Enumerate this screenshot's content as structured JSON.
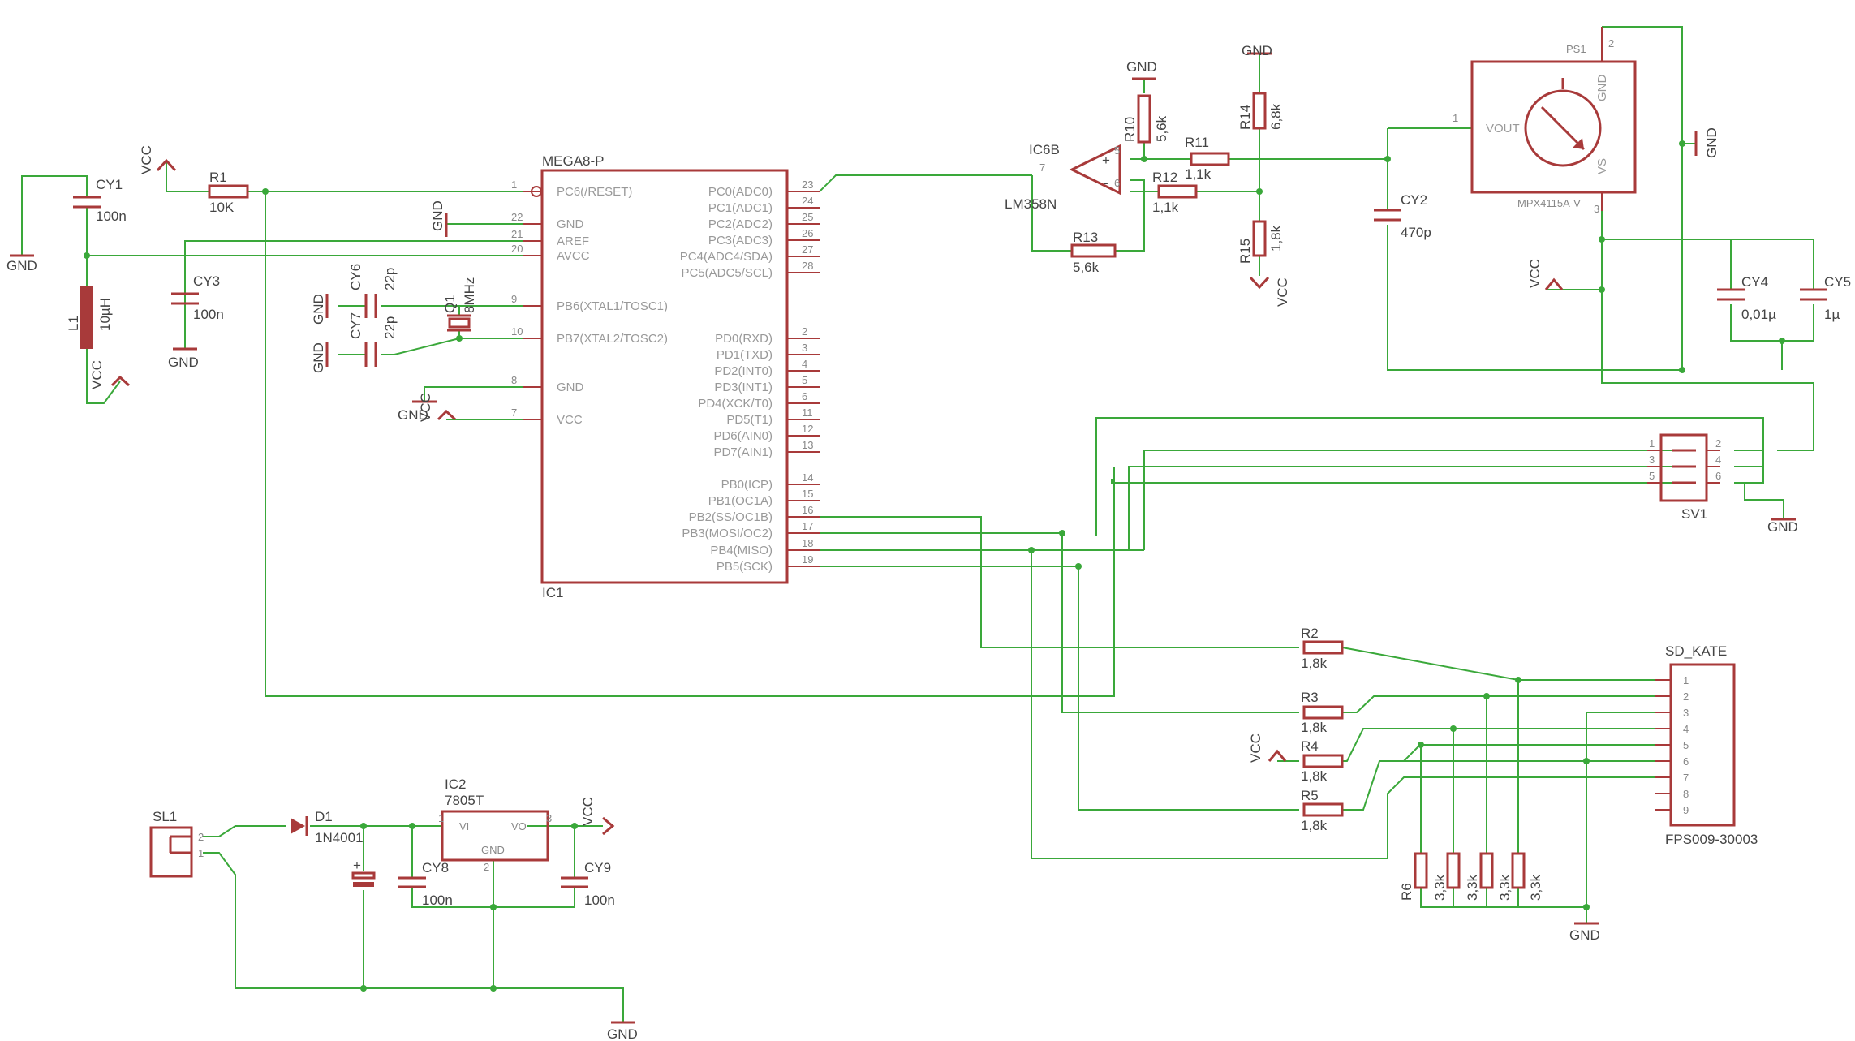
{
  "ic1": {
    "name": "MEGA8-P",
    "ref": "IC1",
    "left_pins": [
      {
        "num": "1",
        "sig": "PC6(/RESET)"
      },
      {
        "num": "22",
        "sig": "GND"
      },
      {
        "num": "21",
        "sig": "AREF"
      },
      {
        "num": "20",
        "sig": "AVCC"
      },
      {
        "num": "9",
        "sig": "PB6(XTAL1/TOSC1)"
      },
      {
        "num": "10",
        "sig": "PB7(XTAL2/TOSC2)"
      },
      {
        "num": "8",
        "sig": "GND"
      },
      {
        "num": "7",
        "sig": "VCC"
      }
    ],
    "right_pins": [
      {
        "num": "23",
        "sig": "PC0(ADC0)"
      },
      {
        "num": "24",
        "sig": "PC1(ADC1)"
      },
      {
        "num": "25",
        "sig": "PC2(ADC2)"
      },
      {
        "num": "26",
        "sig": "PC3(ADC3)"
      },
      {
        "num": "27",
        "sig": "PC4(ADC4/SDA)"
      },
      {
        "num": "28",
        "sig": "PC5(ADC5/SCL)"
      },
      {
        "num": "2",
        "sig": "PD0(RXD)"
      },
      {
        "num": "3",
        "sig": "PD1(TXD)"
      },
      {
        "num": "4",
        "sig": "PD2(INT0)"
      },
      {
        "num": "5",
        "sig": "PD3(INT1)"
      },
      {
        "num": "6",
        "sig": "PD4(XCK/T0)"
      },
      {
        "num": "11",
        "sig": "PD5(T1)"
      },
      {
        "num": "12",
        "sig": "PD6(AIN0)"
      },
      {
        "num": "13",
        "sig": "PD7(AIN1)"
      },
      {
        "num": "14",
        "sig": "PB0(ICP)"
      },
      {
        "num": "15",
        "sig": "PB1(OC1A)"
      },
      {
        "num": "16",
        "sig": "PB2(SS/OC1B)"
      },
      {
        "num": "17",
        "sig": "PB3(MOSI/OC2)"
      },
      {
        "num": "18",
        "sig": "PB4(MISO)"
      },
      {
        "num": "19",
        "sig": "PB5(SCK)"
      }
    ]
  },
  "parts": {
    "r1": {
      "ref": "R1",
      "val": "10K"
    },
    "cy1": {
      "ref": "CY1",
      "val": "100n"
    },
    "cy3": {
      "ref": "CY3",
      "val": "100n"
    },
    "l1": {
      "ref": "L1",
      "val": "10µH"
    },
    "cy6": {
      "ref": "CY6",
      "val": "22p"
    },
    "cy7": {
      "ref": "CY7",
      "val": "22p"
    },
    "q1": {
      "ref": "Q1",
      "val": "8MHz"
    },
    "ic6b": {
      "ref": "IC6B",
      "val": "LM358N",
      "pin7": "7",
      "pin5": "5",
      "pin6": "6",
      "plus": "+",
      "minus": "-"
    },
    "r10": {
      "ref": "R10",
      "val": "5,6k"
    },
    "r11": {
      "ref": "R11",
      "val": "1,1k"
    },
    "r12": {
      "ref": "R12",
      "val": "1,1k"
    },
    "r13": {
      "ref": "R13",
      "val": "5,6k"
    },
    "r14": {
      "ref": "R14",
      "val": "6,8k"
    },
    "r15": {
      "ref": "R15",
      "val": "1,8k"
    },
    "cy2": {
      "ref": "CY2",
      "val": "470p"
    },
    "ps1": {
      "ref": "PS1",
      "val": "MPX4115A-V",
      "vout": "VOUT",
      "gnd": "GND",
      "vs": "VS",
      "pin1": "1",
      "pin2": "2",
      "pin3": "3"
    },
    "cy4": {
      "ref": "CY4",
      "val": "0,01µ"
    },
    "cy5": {
      "ref": "CY5",
      "val": "1µ"
    },
    "sv1": {
      "ref": "SV1",
      "pins": [
        "1",
        "2",
        "3",
        "4",
        "5",
        "6"
      ]
    },
    "r2": {
      "ref": "R2",
      "val": "1,8k"
    },
    "r3": {
      "ref": "R3",
      "val": "1,8k"
    },
    "r4": {
      "ref": "R4",
      "val": "1,8k"
    },
    "r5": {
      "ref": "R5",
      "val": "1,8k"
    },
    "r6": {
      "ref": "R6",
      "val": "3,3k"
    },
    "r7": {
      "val": "3,3k"
    },
    "r8": {
      "val": "3,3k"
    },
    "r9": {
      "val": "3,3k"
    },
    "sd": {
      "ref": "SD_KATE",
      "val": "FPS009-30003",
      "pins": [
        "1",
        "2",
        "3",
        "4",
        "5",
        "6",
        "7",
        "8",
        "9"
      ]
    },
    "sl1": {
      "ref": "SL1",
      "pin2": "2",
      "pin1": "1"
    },
    "d1": {
      "ref": "D1",
      "val": "1N4001"
    },
    "ic2": {
      "ref": "IC2",
      "val": "7805T",
      "vi": "VI",
      "vo": "VO",
      "gnd": "GND",
      "pin1": "1",
      "pin3": "3",
      "pin2": "2"
    },
    "cy8": {
      "ref": "CY8",
      "val": "100n"
    },
    "cy9": {
      "ref": "CY9",
      "val": "100n"
    },
    "elcap_plus": "+"
  },
  "supply": {
    "gnd": "GND",
    "vcc": "VCC"
  }
}
